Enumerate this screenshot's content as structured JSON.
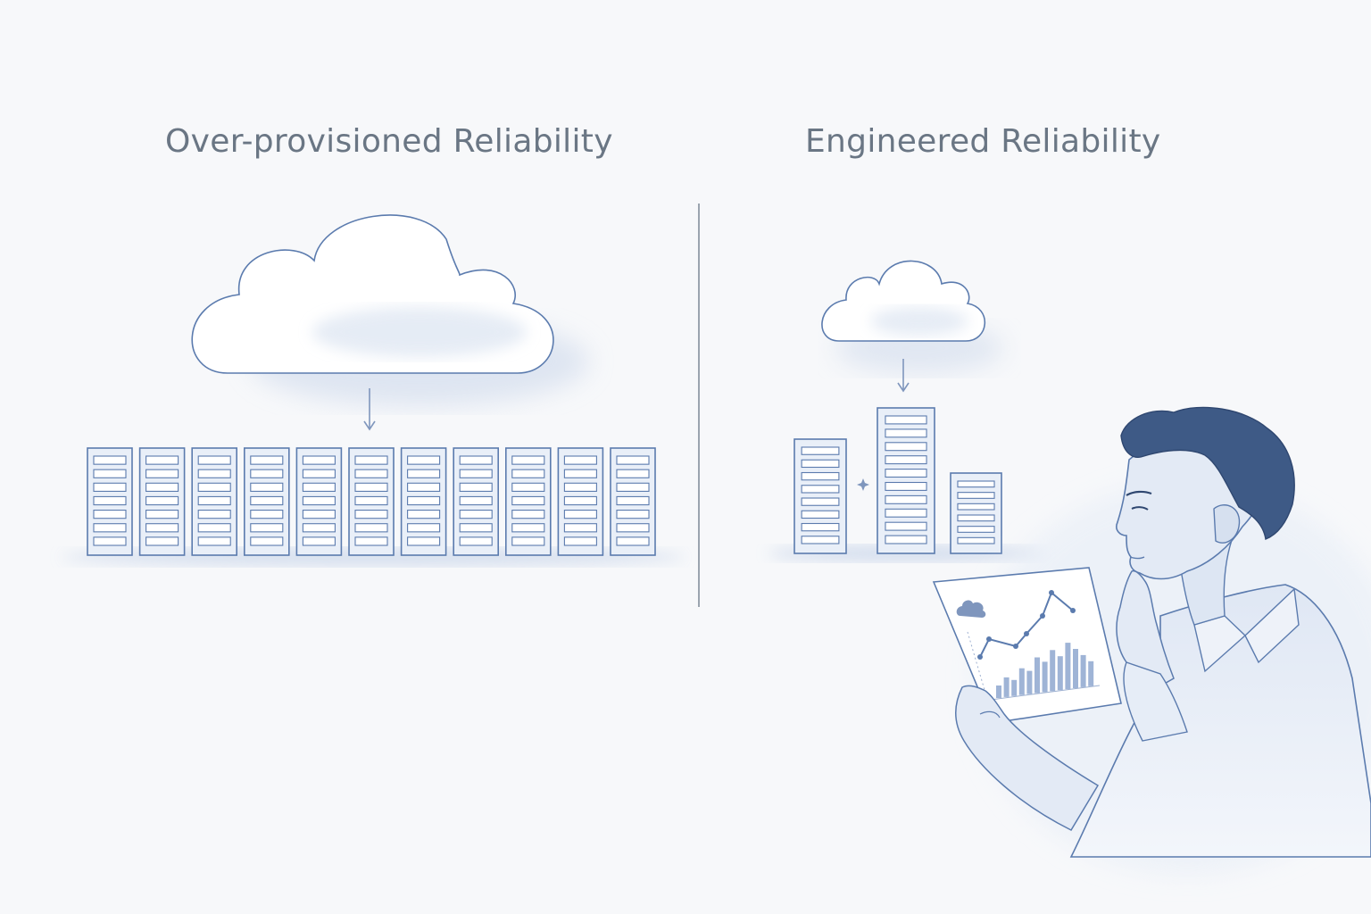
{
  "panels": {
    "left": {
      "title": "Over-provisioned Reliability"
    },
    "right": {
      "title": "Engineered Reliability"
    }
  },
  "colors": {
    "background": "#f7f8fa",
    "stroke": "#5b7bae",
    "fill": "#e9eff8",
    "shadow": "#c9d6ea",
    "title": "#6a7684",
    "hair": "#3e5a86",
    "skin": "#dde6f3"
  },
  "icons": [
    "cloud-icon",
    "server-rack-icon",
    "arrow-down-icon",
    "sparkle-icon",
    "analytics-chart-icon",
    "person-illustration"
  ],
  "scene": {
    "left_server_count": 11,
    "right_server_count": 3
  }
}
